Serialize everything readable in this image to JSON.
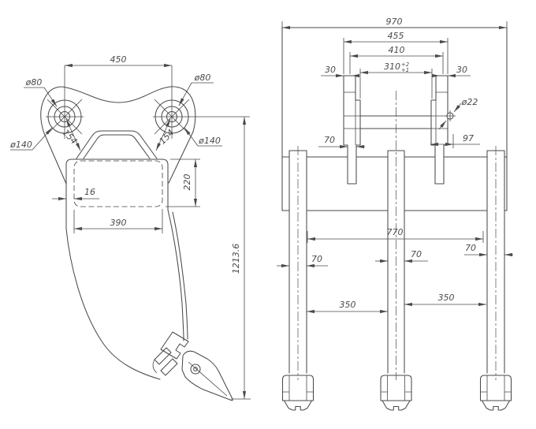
{
  "drawing": {
    "kind": "ripper-attachment-technical-drawing",
    "colors": {
      "line": "#4a4a4a",
      "background": "#ffffff"
    },
    "side_view": {
      "dim_width_top": "450",
      "dim_hole_left": "ø80",
      "dim_hole_right": "ø80",
      "dim_boss_left": "ø140",
      "dim_boss_right": "ø140",
      "dim_offset_left": "154",
      "dim_offset_right": "154",
      "dim_pocket_height": "220",
      "dim_wall": "16",
      "dim_pocket_width": "390",
      "dim_total_height": "1213.6"
    },
    "front_view": {
      "dim_total_width": "970",
      "dim_lug_outer": "455",
      "dim_lug_mid": "410",
      "dim_lug_inner": "310",
      "dim_lug_inner_tol_top": "+2",
      "dim_lug_inner_tol_bottom": "+1",
      "dim_plate_left": "30",
      "dim_plate_right": "30",
      "dim_hole": "ø22",
      "dim_foot": "70",
      "dim_foot_offset": "97",
      "dim_shank_span": "770",
      "dim_shank_left": "70",
      "dim_shank_center": "70",
      "dim_shank_right": "70",
      "dim_spacing_left": "350",
      "dim_spacing_right": "350"
    }
  }
}
